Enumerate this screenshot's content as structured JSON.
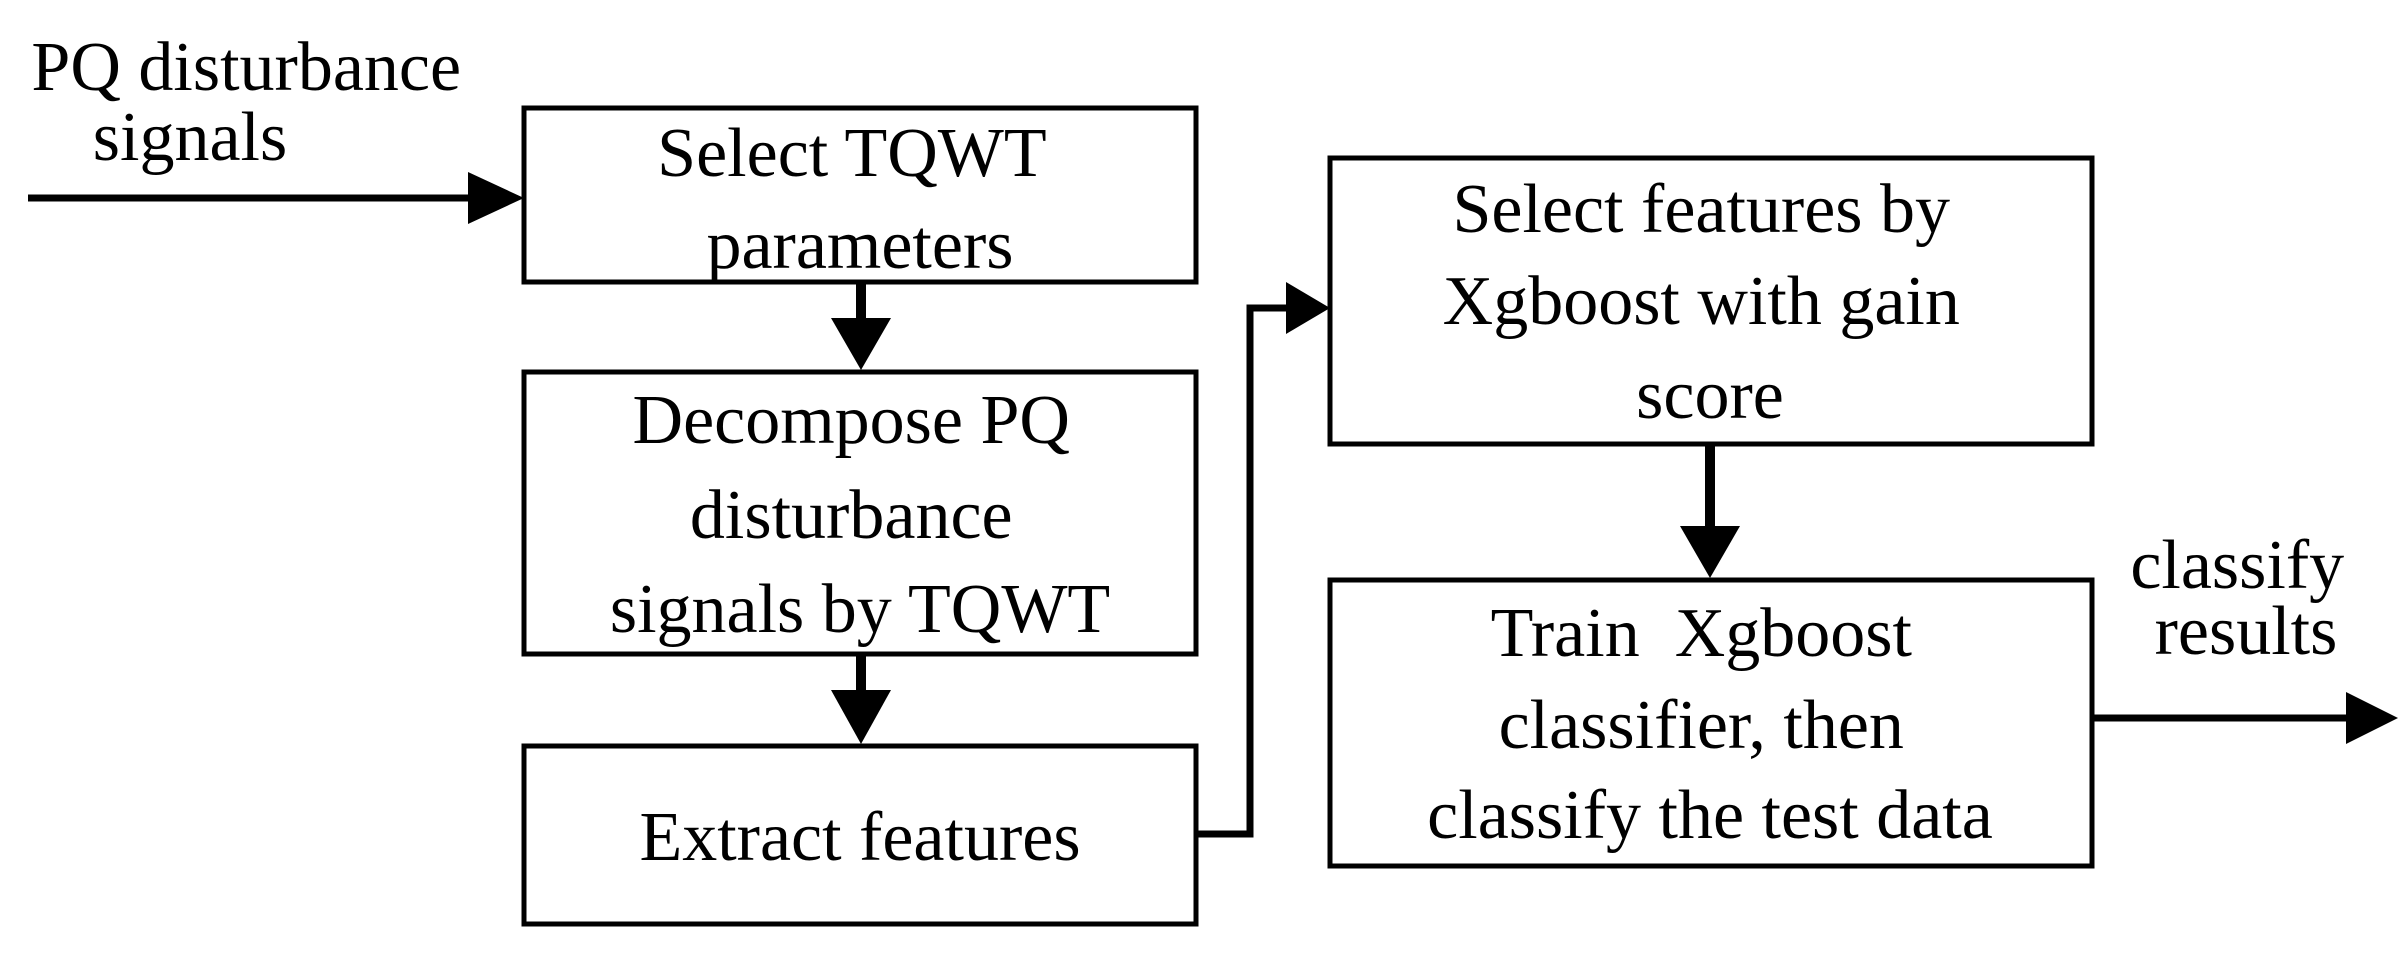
{
  "diagram": {
    "stroke_color": "#000000",
    "background_color": "#ffffff",
    "input_label": [
      "PQ disturbance",
      "signals"
    ],
    "output_label": [
      "classify",
      "results"
    ],
    "boxes": {
      "select_tqwt": [
        "Select TQWT",
        "parameters"
      ],
      "decompose": [
        "Decompose PQ",
        "disturbance",
        "signals by TQWT"
      ],
      "extract": [
        "Extract features"
      ],
      "select_features": [
        "Select features by",
        "Xgboost with gain",
        "score"
      ],
      "train": [
        "Train  Xgboost",
        "classifier, then",
        "classify the test data"
      ]
    }
  }
}
